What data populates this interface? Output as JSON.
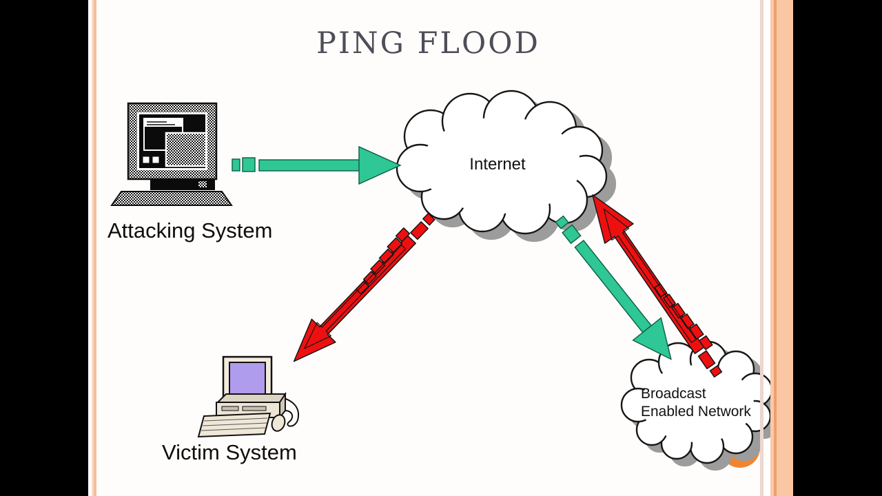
{
  "slide": {
    "title": "PING FLOOD",
    "nodes": {
      "attacker_label": "Attacking System",
      "victim_label": "Victim System",
      "internet_label": "Internet",
      "broadcast_label_line1": "Broadcast",
      "broadcast_label_line2": "Enabled Network"
    },
    "icons": {
      "attacker": "desktop-computer-icon",
      "victim": "desktop-computer-icon",
      "internet": "cloud-icon",
      "broadcast": "cloud-icon"
    },
    "colors": {
      "ping_green": "#2EC795",
      "flood_red": "#EE1010",
      "accent_orange": "#EF8532",
      "stripe_salmon": "#FBC6A4",
      "title_gray": "#4E4E58"
    }
  }
}
